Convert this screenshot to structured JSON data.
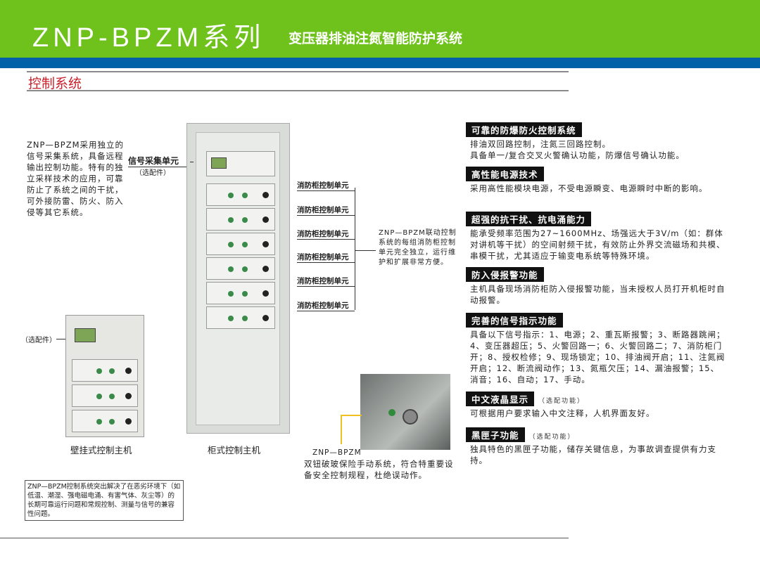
{
  "header": {
    "title_main": "ZNP-BPZM系列",
    "title_sub": "变压器排油注氮智能防护系统"
  },
  "section_title": "控制系统",
  "left_intro": "ZNP—BPZM采用独立的信号采集系统，具备远程输出控制功能。特有的独立采样技术的应用，可靠防止了系统之间的干扰，可外接防雷、防火、防入侵等其它系统。",
  "signal_unit": {
    "label": "信号采集单元",
    "note": "（选配件）"
  },
  "wall_optional": "（选配件）",
  "unit_labels": [
    "消防柜控制单元",
    "消防柜控制单元",
    "消防柜控制单元",
    "消防柜控制单元",
    "消防柜控制单元",
    "消防柜控制单元"
  ],
  "linkage_note": "ZNP—BPZM联动控制系统的每组消防柜控制单元完全独立，运行维护和扩展非常方便。",
  "captions": {
    "wall": "壁挂式控制主机",
    "cabinet": "柜式控制主机"
  },
  "photo_caption": {
    "model": "ZNP—BPZM",
    "text": "双钮破玻保险手动系统，符合特重要设备安全控制规程，杜绝误动作。"
  },
  "bottom_note": "ZNP—BPZM控制系统突出解决了在恶劣环境下（如低温、潮湿、强电磁电涌、有害气体、灰尘等）的长期可靠运行问题和常规控制、测量与信号的兼容性问题。",
  "features": [
    {
      "title": "可靠的防爆防火控制系统",
      "body": "排油双回路控制，注氮三回路控制。\n具备单一/复合交叉火警确认功能，防爆信号确认功能。"
    },
    {
      "title": "高性能电源技术",
      "body": "采用高性能模块电源，不受电源瞬变、电源瞬时中断的影响。"
    },
    {
      "title": "超强的抗干扰、抗电涌能力",
      "body": "能承受频率范围为27~1600MHz、场强远大于3V/m（如：群体对讲机等干扰）的空间射频干扰，有效防止外界交流磁场和共模、串模干扰，尤其适应于输变电系统等特殊环境。"
    },
    {
      "title": "防入侵报警功能",
      "body": "主机具备现场消防柜防入侵报警功能，当未授权人员打开机柜时自动报警。"
    },
    {
      "title": "完善的信号指示功能",
      "body": "具备以下信号指示：1、电源；2、重瓦斯报警；3、断路器跳闸；4、变压器超压；5、火警回路一；6、火警回路二；7、消防柜门开；8、授权检修；9、现场锁定；10、排油阀开启；11、注氮阀开启；12、断流阀动作；13、氮瓶欠压；14、漏油报警；15、消音；16、自动；17、手动。"
    },
    {
      "title": "中文液晶显示",
      "option": "（选配功能）",
      "body": "可根据用户要求输入中文注释，人机界面友好。"
    },
    {
      "title": "黑匣子功能",
      "option": "（选配功能）",
      "body": "独具特色的黑匣子功能，储存关键信息，为事故调查提供有力支持。"
    }
  ]
}
